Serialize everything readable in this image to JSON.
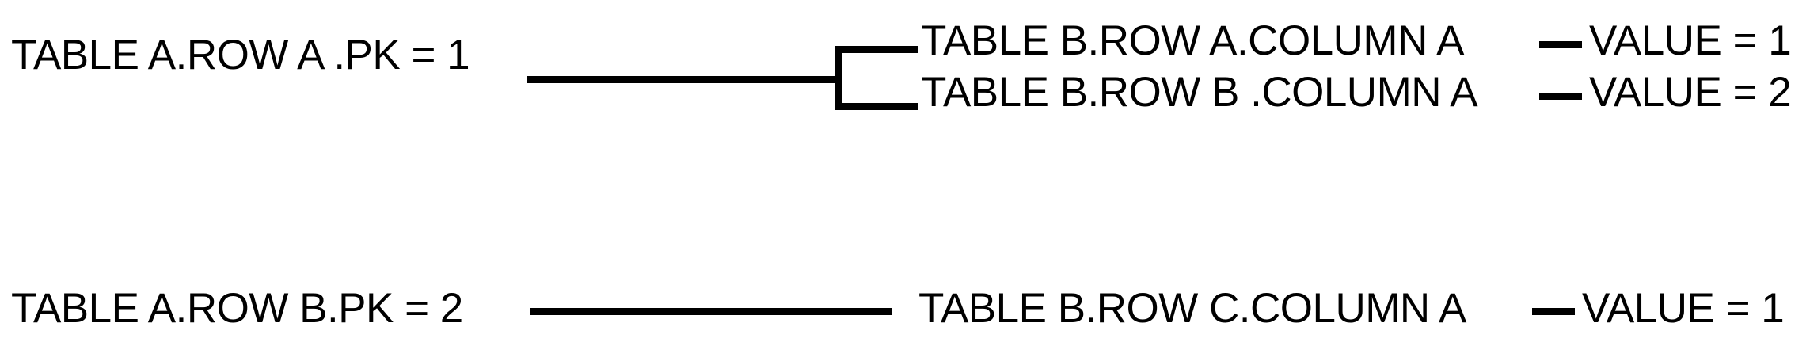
{
  "diagram": {
    "type": "relationship-mapping",
    "background_color": "#ffffff",
    "line_color": "#000000",
    "text_color": "#000000",
    "groups": [
      {
        "id": "group-pk-1",
        "parent": {
          "label": "TABLE A.ROW A .PK = 1",
          "table": "TABLE A",
          "row": "ROW A",
          "key": "PK",
          "value": "1"
        },
        "children": [
          {
            "label": "TABLE B.ROW A.COLUMN A",
            "table": "TABLE B",
            "row": "ROW A",
            "column": "COLUMN A",
            "value_label": "VALUE = 1",
            "value": "1"
          },
          {
            "label": "TABLE B.ROW B .COLUMN A",
            "table": "TABLE B",
            "row": "ROW B",
            "column": "COLUMN A",
            "value_label": "VALUE = 2",
            "value": "2"
          }
        ]
      },
      {
        "id": "group-pk-2",
        "parent": {
          "label": "TABLE A.ROW B.PK = 2",
          "table": "TABLE A",
          "row": "ROW B",
          "key": "PK",
          "value": "2"
        },
        "children": [
          {
            "label": "TABLE B.ROW C.COLUMN A",
            "table": "TABLE B",
            "row": "ROW C",
            "column": "COLUMN A",
            "value_label": "VALUE = 1",
            "value": "1"
          }
        ]
      }
    ]
  }
}
